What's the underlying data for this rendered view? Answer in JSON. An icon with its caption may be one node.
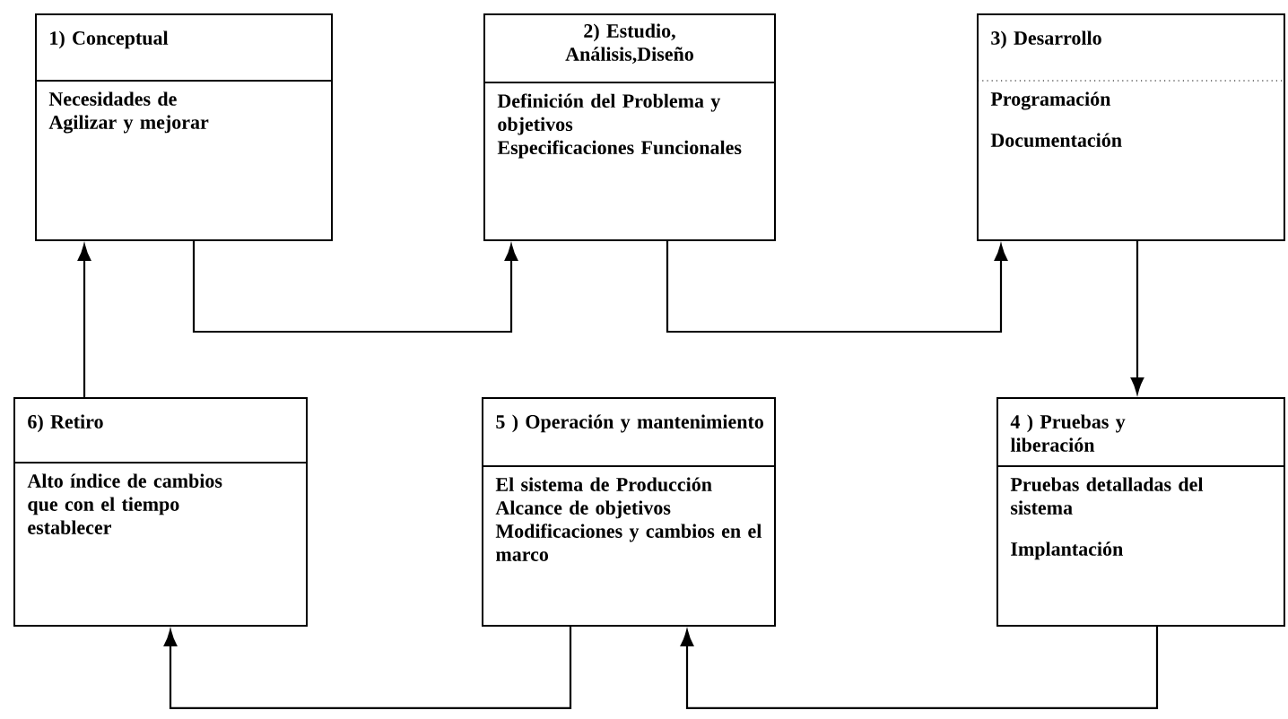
{
  "diagram": {
    "nodes": [
      {
        "text": [
          "1) Conceptual",
          "Necesidades de Agilizar y mejorar"
        ]
      },
      {
        "text": [
          "2) Estudio, Análisis,Diseño",
          "Definición del Problema y objetivos",
          "Especificaciones Funcionales"
        ]
      },
      {
        "text": [
          "3) Desarrollo",
          "Programación",
          "Documentación"
        ]
      },
      {
        "text": [
          "6) Retiro",
          "Alto índice de cambios que con el tiempo establecer"
        ]
      },
      {
        "text": [
          "5 ) Operación y mantenimiento",
          "El sistema de Producción",
          "Alcance de objetivos",
          "Modificaciones y cambios en el marco"
        ]
      },
      {
        "text": [
          "4 ) Pruebas y liberación",
          "Pruebas detalladas del sistema",
          "Implantación"
        ]
      }
    ],
    "edges": [
      {
        "from": 0,
        "to": 1,
        "arrow": "to"
      },
      {
        "from": 1,
        "to": 2,
        "arrow": "to"
      },
      {
        "from": 2,
        "to": 5,
        "arrow": "to"
      },
      {
        "from": 5,
        "to": 4,
        "arrow": "to"
      },
      {
        "from": 4,
        "to": 3,
        "arrow": "to"
      },
      {
        "from": 3,
        "to": 0,
        "arrow": "to"
      }
    ]
  }
}
